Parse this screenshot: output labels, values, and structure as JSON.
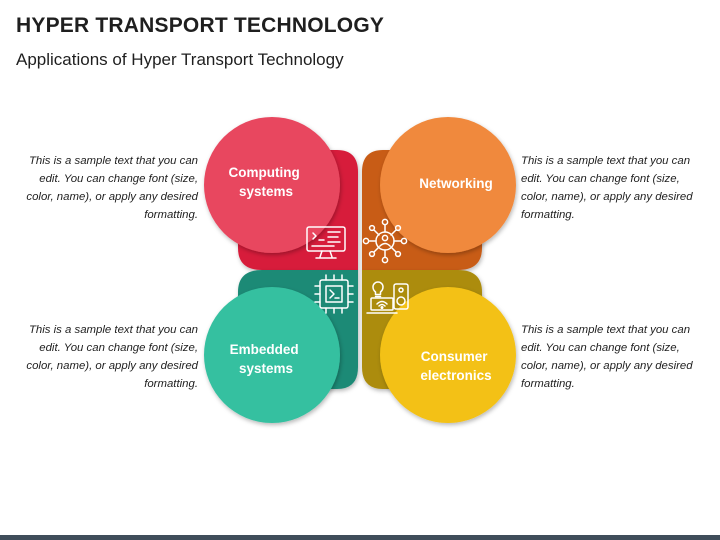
{
  "header": {
    "title": "HYPER TRANSPORT TECHNOLOGY",
    "subtitle": "Applications of Hyper Transport Technology"
  },
  "segments": [
    {
      "id": "tl",
      "label_lines": [
        "Computing",
        "systems"
      ],
      "icon": "computer-monitor-code-icon",
      "color_circle": "#e8475f",
      "color_petal": "#d71b3a"
    },
    {
      "id": "tr",
      "label_lines": [
        "Networking"
      ],
      "icon": "network-hub-icon",
      "color_circle": "#f0893c",
      "color_petal": "#c85b14"
    },
    {
      "id": "bl",
      "label_lines": [
        "Embedded",
        "systems"
      ],
      "icon": "microchip-icon",
      "color_circle": "#36c0a0",
      "color_petal": "#1f8a76"
    },
    {
      "id": "br",
      "label_lines": [
        "Consumer",
        "electronics"
      ],
      "icon": "laptop-lightbulb-speaker-icon",
      "color_circle": "#f3c114",
      "color_petal": "#ac8c0e"
    }
  ],
  "descriptions": {
    "tl": "This is a sample text that you can edit. You can change font (size, color, name), or apply any desired formatting.",
    "tr": "This is a sample text that you can edit. You can change font (size, color, name), or apply any desired formatting.",
    "bl": "This is a sample text that you can edit. You can change font (size, color, name), or apply any desired formatting.",
    "br": "This is a sample text that you can edit. You can change font (size, color, name), or apply any desired formatting."
  }
}
